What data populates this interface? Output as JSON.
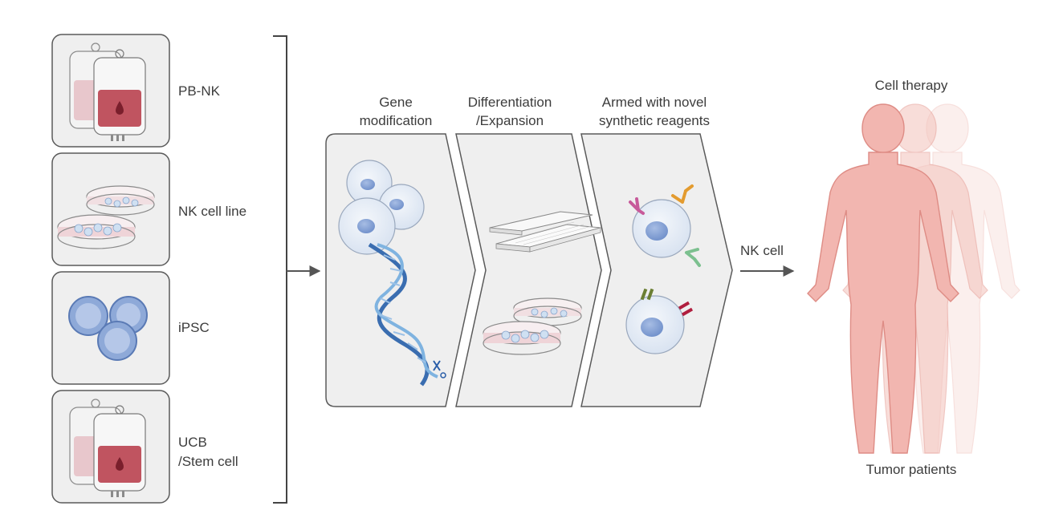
{
  "sources": [
    {
      "label": "PB-NK",
      "icon": "blood-bag-icon"
    },
    {
      "label": "NK cell line",
      "icon": "petri-dish-icon"
    },
    {
      "label": "iPSC",
      "icon": "stem-cells-icon"
    },
    {
      "label": "UCB",
      "label2": "/Stem cell",
      "icon": "blood-bag-icon"
    }
  ],
  "steps": [
    {
      "line1": "Gene",
      "line2": "modification",
      "icon": "dna-scissors-icon"
    },
    {
      "line1": "Differentiation",
      "line2": "/Expansion",
      "icon": "well-plate-icon"
    },
    {
      "line1": "Armed with novel",
      "line2": "synthetic reagents",
      "icon": "armed-cell-icon"
    }
  ],
  "output_label": "NK cell",
  "therapy_label": "Cell therapy",
  "patients_label": "Tumor patients",
  "colors": {
    "panel_fill": "#efefef",
    "panel_stroke": "#5a5a5a",
    "blood": "#c05460",
    "cell_blue": "#7f9fd3",
    "human_fill": "#f2b6b0"
  }
}
